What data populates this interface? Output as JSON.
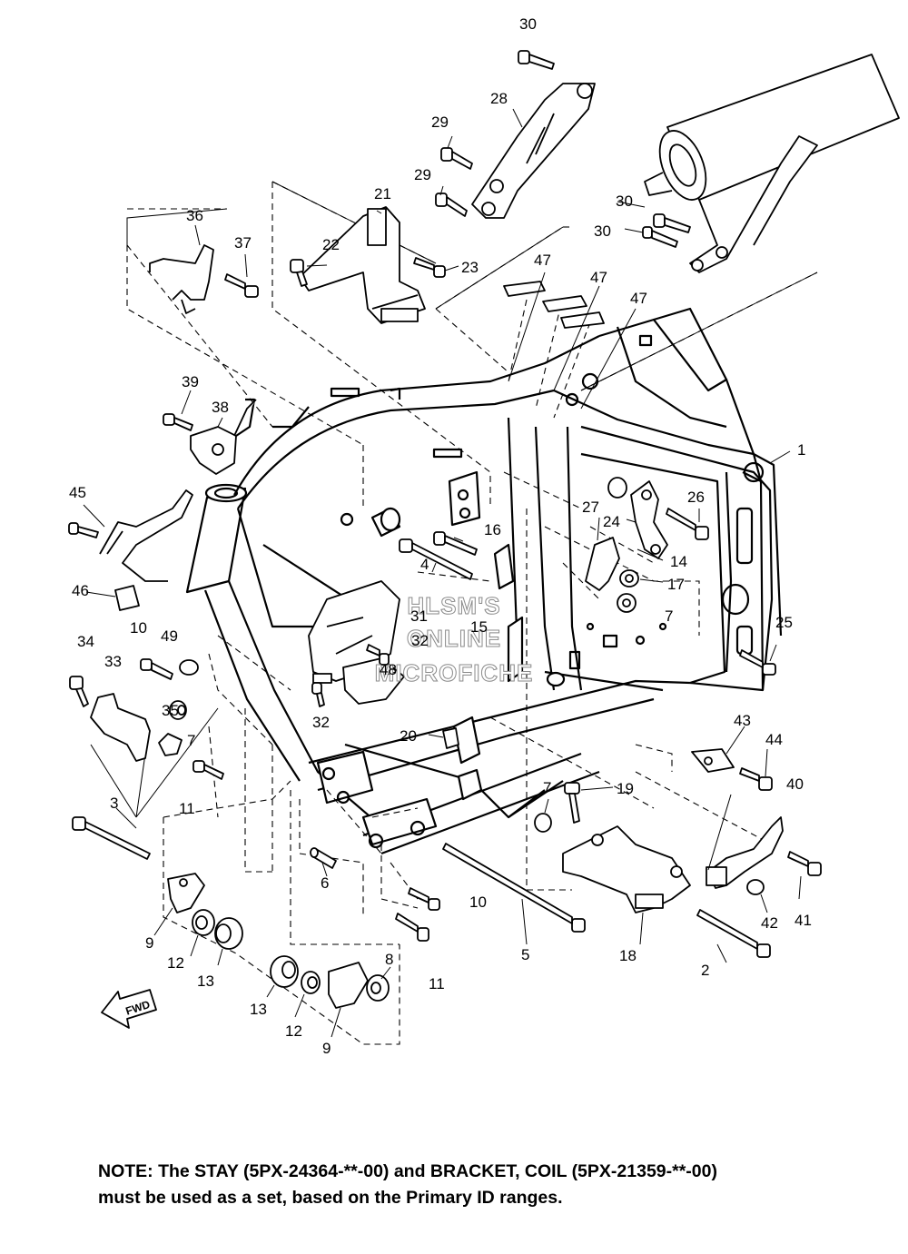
{
  "diagram": {
    "part_numbers": [
      "1",
      "2",
      "3",
      "4",
      "5",
      "6",
      "7",
      "8",
      "9",
      "10",
      "11",
      "12",
      "13",
      "14",
      "15",
      "16",
      "17",
      "18",
      "19",
      "20",
      "21",
      "22",
      "23",
      "24",
      "25",
      "26",
      "27",
      "28",
      "29",
      "30",
      "31",
      "32",
      "33",
      "34",
      "35",
      "36",
      "37",
      "38",
      "39",
      "40",
      "41",
      "42",
      "43",
      "44",
      "45",
      "46",
      "47",
      "48",
      "49"
    ],
    "extra_labels": {
      "label_7b": "7",
      "label_7c": "7",
      "label_9b": "9",
      "label_10b": "10",
      "label_11b": "11",
      "label_12b": "12",
      "label_13b": "13",
      "label_29b": "29",
      "label_30b": "30",
      "label_30c": "30",
      "label_32b": "32",
      "label_47b": "47",
      "label_47c": "47"
    },
    "watermark": [
      "HLSM'S",
      "ONLINE",
      "MICROFICHE"
    ],
    "fwd_label": "FWD"
  },
  "note": {
    "line1": "NOTE: The STAY (5PX-24364-**-00) and BRACKET, COIL (5PX-21359-**-00)",
    "line2": "must be used as a set, based on the Primary ID ranges."
  }
}
